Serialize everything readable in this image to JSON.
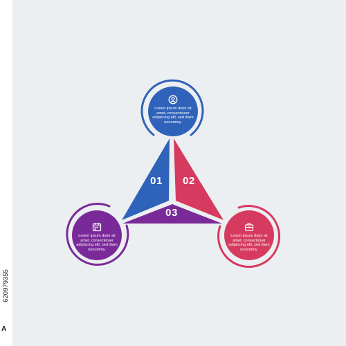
{
  "nodes": [
    {
      "text": "Lorem ipsum dolor sit amet, consectetuer adipiscing elit, sed diam nonummy.",
      "color": "#2f62b9",
      "icon": "user-icon"
    },
    {
      "text": "Lorem ipsum dolor sit amet, consectetuer adipiscing elit, sed diam nonummy.",
      "color": "#7a2a98",
      "icon": "calendar-icon"
    },
    {
      "text": "Lorem ipsum dolor sit amet, consectetuer adipiscing elit, sed diam nonummy.",
      "color": "#d63a5f",
      "icon": "briefcase-icon"
    }
  ],
  "segments": [
    {
      "number": "01",
      "color": "#2f62b9"
    },
    {
      "number": "02",
      "color": "#d63a5f"
    },
    {
      "number": "03",
      "color": "#7a2a98"
    }
  ],
  "stock": {
    "id": "620979355",
    "logo": "A"
  }
}
